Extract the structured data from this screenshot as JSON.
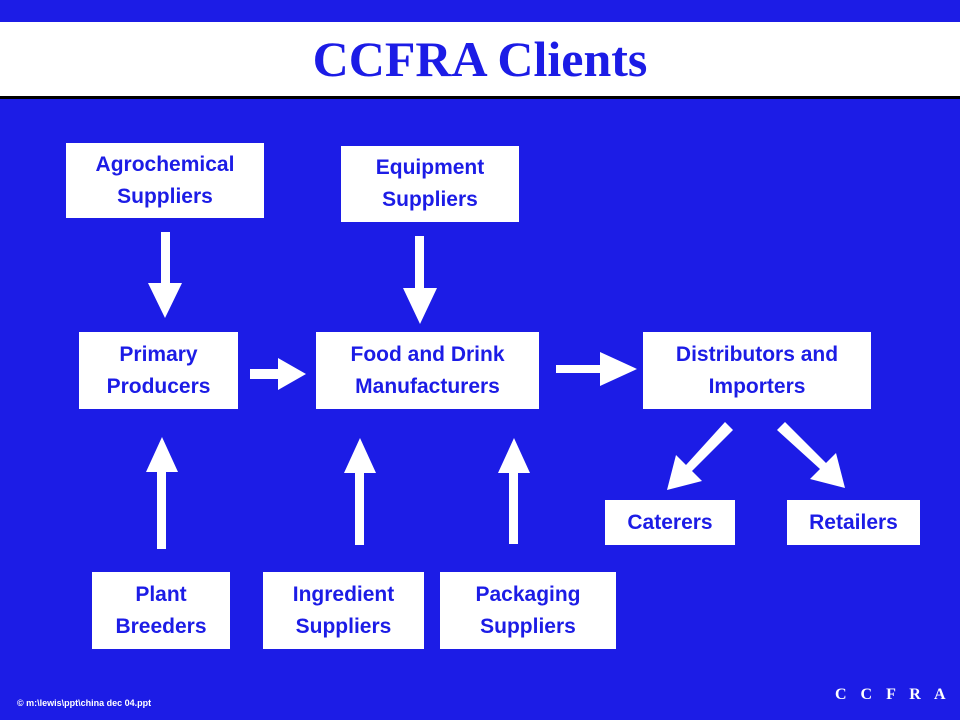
{
  "title": "CCFRA Clients",
  "nodes": {
    "agrochemical": "Agrochemical\nSuppliers",
    "equipment": "Equipment\nSuppliers",
    "primary": "Primary\nProducers",
    "manufacturers": "Food and Drink\nManufacturers",
    "distributors": "Distributors and\nImporters",
    "caterers": "Caterers",
    "retailers": "Retailers",
    "plant": "Plant\nBreeders",
    "ingredient": "Ingredient\nSuppliers",
    "packaging": "Packaging\nSuppliers"
  },
  "footer": {
    "file": "© m:\\lewis\\ppt\\china dec 04.ppt",
    "brand": "C C F R A"
  },
  "colors": {
    "background": "#1c1ce6",
    "box": "#ffffff",
    "text": "#1c1ce6"
  }
}
